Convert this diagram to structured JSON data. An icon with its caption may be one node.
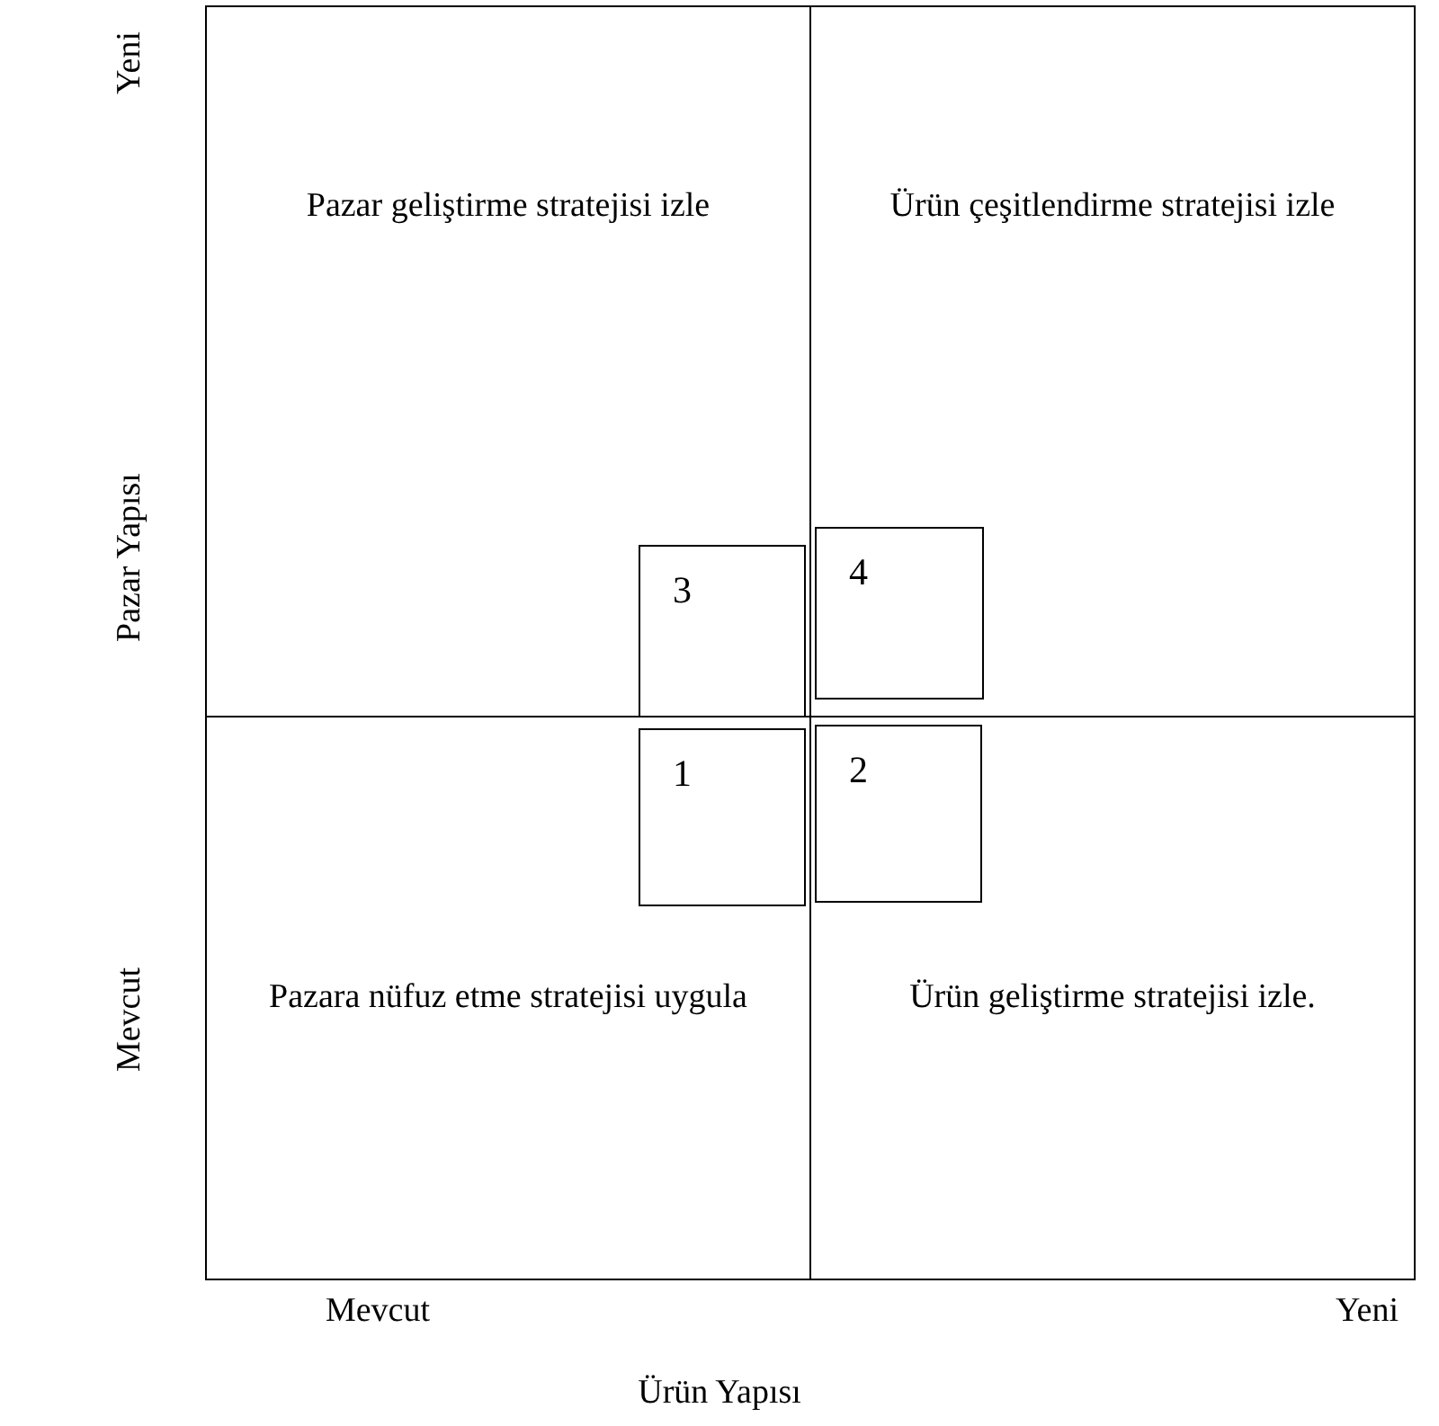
{
  "diagram": {
    "title": "Ürün Yapısı",
    "nodes": [
      {
        "text": [
          "Pazar geliştirme stratejisi izle"
        ]
      },
      {
        "text": [
          "Ürün çeşitlendirme stratejisi izle"
        ]
      },
      {
        "text": [
          "Pazara nüfuz etme stratejisi uygula"
        ]
      },
      {
        "text": [
          "Ürün geliştirme stratejisi izle."
        ]
      },
      {
        "text": [
          "3"
        ],
        "in": 0
      },
      {
        "text": [
          "4"
        ],
        "in": 1
      },
      {
        "text": [
          "1"
        ],
        "in": 2
      },
      {
        "text": [
          "2"
        ],
        "in": 3
      }
    ],
    "labels": [
      "Yeni",
      "Pazar Yapısı",
      "Mevcut",
      "Mevcut",
      "Yeni"
    ]
  }
}
